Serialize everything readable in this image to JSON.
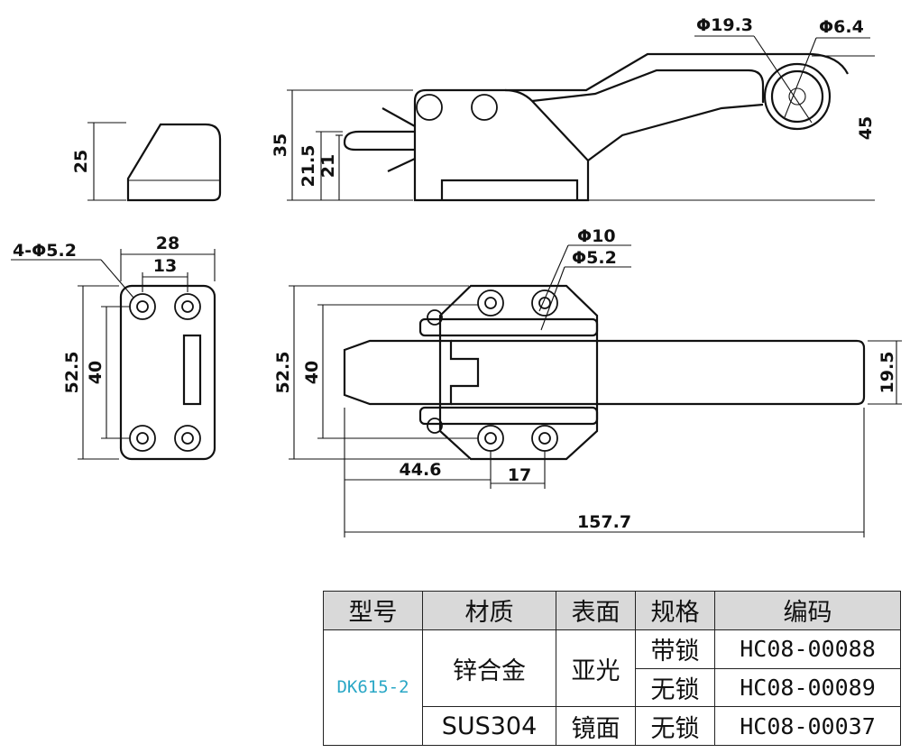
{
  "dimensions": {
    "top_front_height": "25",
    "side_height_total": "35",
    "side_height_21_5": "21.5",
    "side_height_21": "21",
    "side_height_45": "45",
    "phi_19_3": "Φ19.3",
    "phi_6_4": "Φ6.4",
    "base_width_28": "28",
    "base_width_13": "13",
    "base_holes": "4-Φ5.2",
    "base_height_52_5": "52.5",
    "base_height_40": "40",
    "plan_height_52_5": "52.5",
    "plan_height_40": "40",
    "plan_phi_10": "Φ10",
    "plan_phi_5_2": "Φ5.2",
    "plan_handle_19_5": "19.5",
    "plan_len_44_6": "44.6",
    "plan_len_17": "17",
    "plan_total_157_7": "157.7"
  },
  "spec_table": {
    "headers": [
      "型号",
      "材质",
      "表面",
      "规格",
      "编码"
    ],
    "model": "DK615-2",
    "material_zinc": "锌合金",
    "material_sus": "SUS304",
    "surface_matte": "亚光",
    "surface_mirror": "镜面",
    "spec_lock": "带锁",
    "spec_nolock": "无锁",
    "codes": [
      "HC08-00088",
      "HC08-00089",
      "HC08-00037"
    ]
  }
}
